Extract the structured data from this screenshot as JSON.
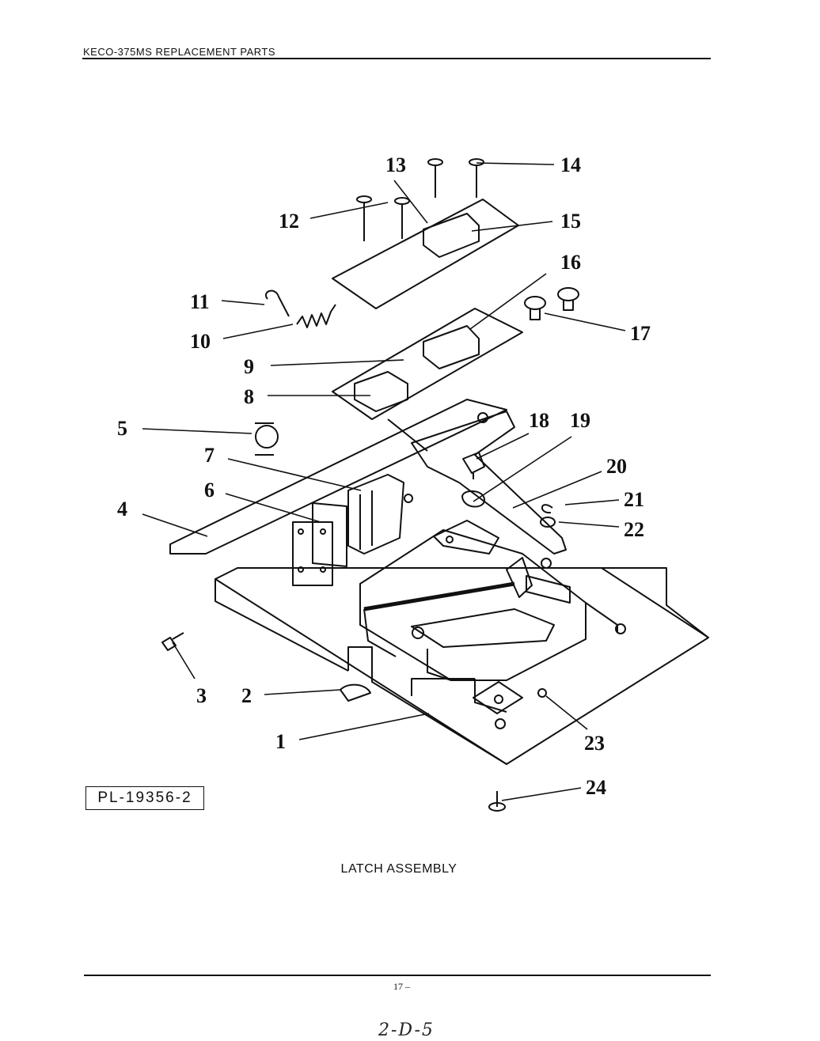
{
  "header": {
    "title": "KECO-375MS REPLACEMENT PARTS"
  },
  "diagram": {
    "plate_number": "PL-19356-2",
    "caption": "LATCH ASSEMBLY",
    "callouts": [
      "1",
      "2",
      "3",
      "4",
      "5",
      "6",
      "7",
      "8",
      "9",
      "10",
      "11",
      "12",
      "13",
      "14",
      "15",
      "16",
      "17",
      "18",
      "19",
      "20",
      "21",
      "22",
      "23",
      "24"
    ]
  },
  "footer": {
    "page_number": "17 –",
    "handwritten_note": "2-D-5"
  }
}
